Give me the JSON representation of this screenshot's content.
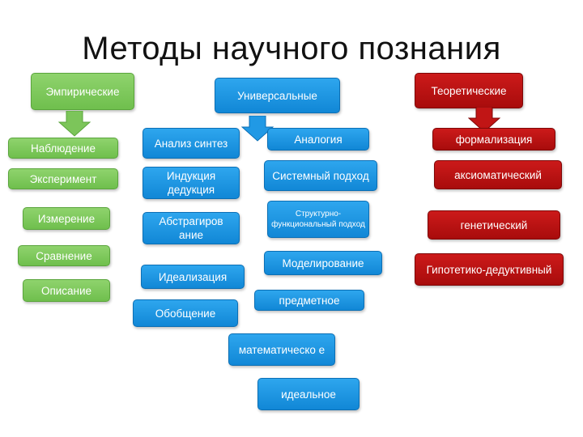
{
  "title": "Методы научного познания",
  "colors": {
    "empirical": "#79c256",
    "universal": "#1a96e2",
    "theoretical": "#b81212"
  },
  "empirical": {
    "header": "Эмпирические",
    "items": [
      "Наблюдение",
      "Эксперимент",
      "Измерение",
      "Сравнение",
      "Описание"
    ]
  },
  "universal": {
    "header": "Универсальные",
    "left": [
      "Анализ синтез",
      "Индукция дедукция",
      "Абстрагиров ание",
      "Идеализация",
      "Обобщение"
    ],
    "right": [
      "Аналогия",
      "Системный подход",
      "Структурно-функциональный подход",
      "Моделирование"
    ],
    "modeling": [
      "предметное",
      "математическо е",
      "идеальное"
    ]
  },
  "theoretical": {
    "header": "Теоретические",
    "items": [
      "формализация",
      "аксиоматический",
      "генетический",
      "Гипотетико-дедуктивный"
    ]
  }
}
